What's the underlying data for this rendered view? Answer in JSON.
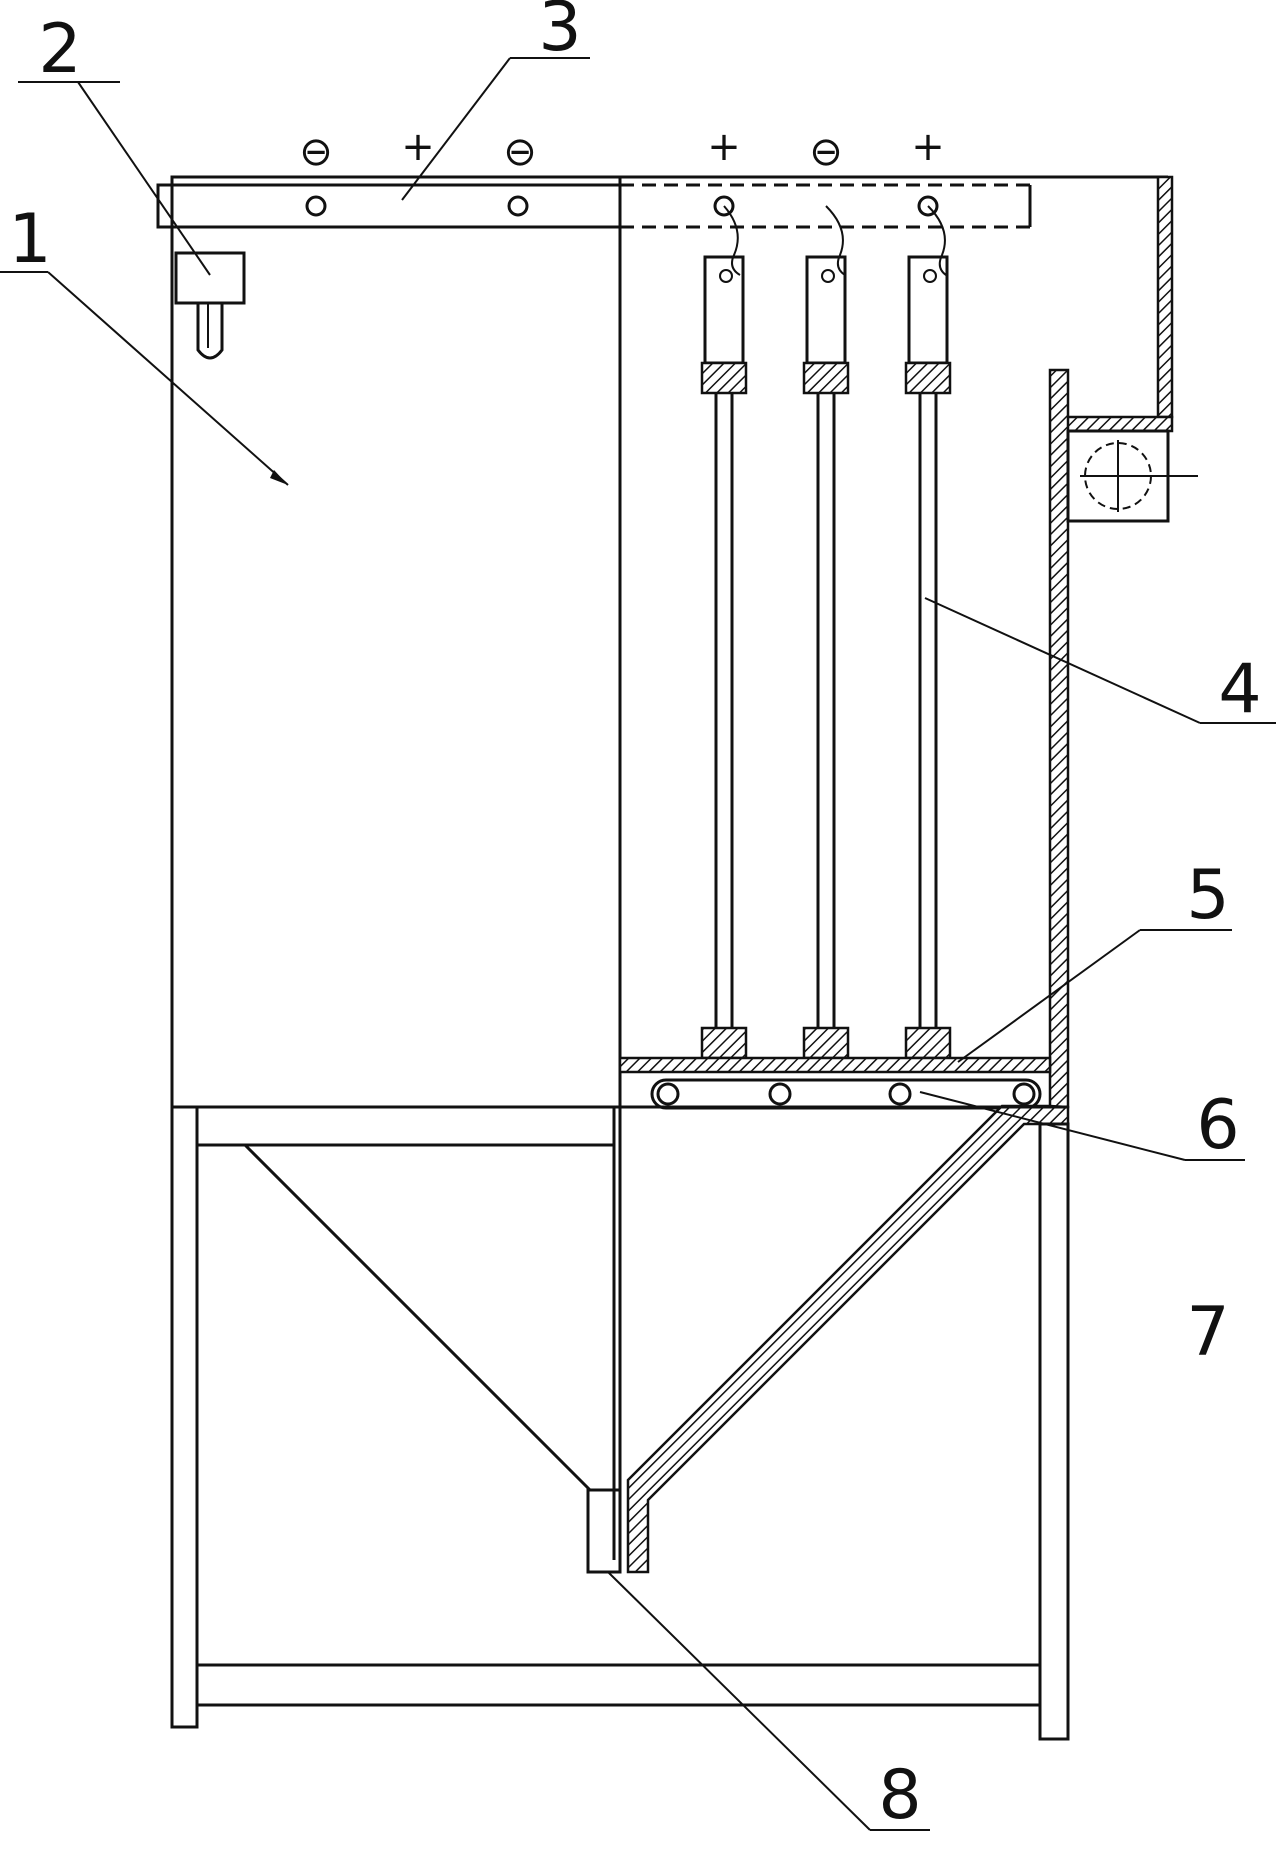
{
  "labels": {
    "l1": "1",
    "l2": "2",
    "l3": "3",
    "l4": "4",
    "l5": "5",
    "l6": "6",
    "l7": "7",
    "l8": "8"
  },
  "polarity": {
    "top_left": [
      "⊖",
      "+",
      "⊖"
    ],
    "top_right": [
      "+",
      "⊖",
      "+"
    ]
  },
  "colors": {
    "line": "#111111",
    "background": "#ffffff"
  }
}
